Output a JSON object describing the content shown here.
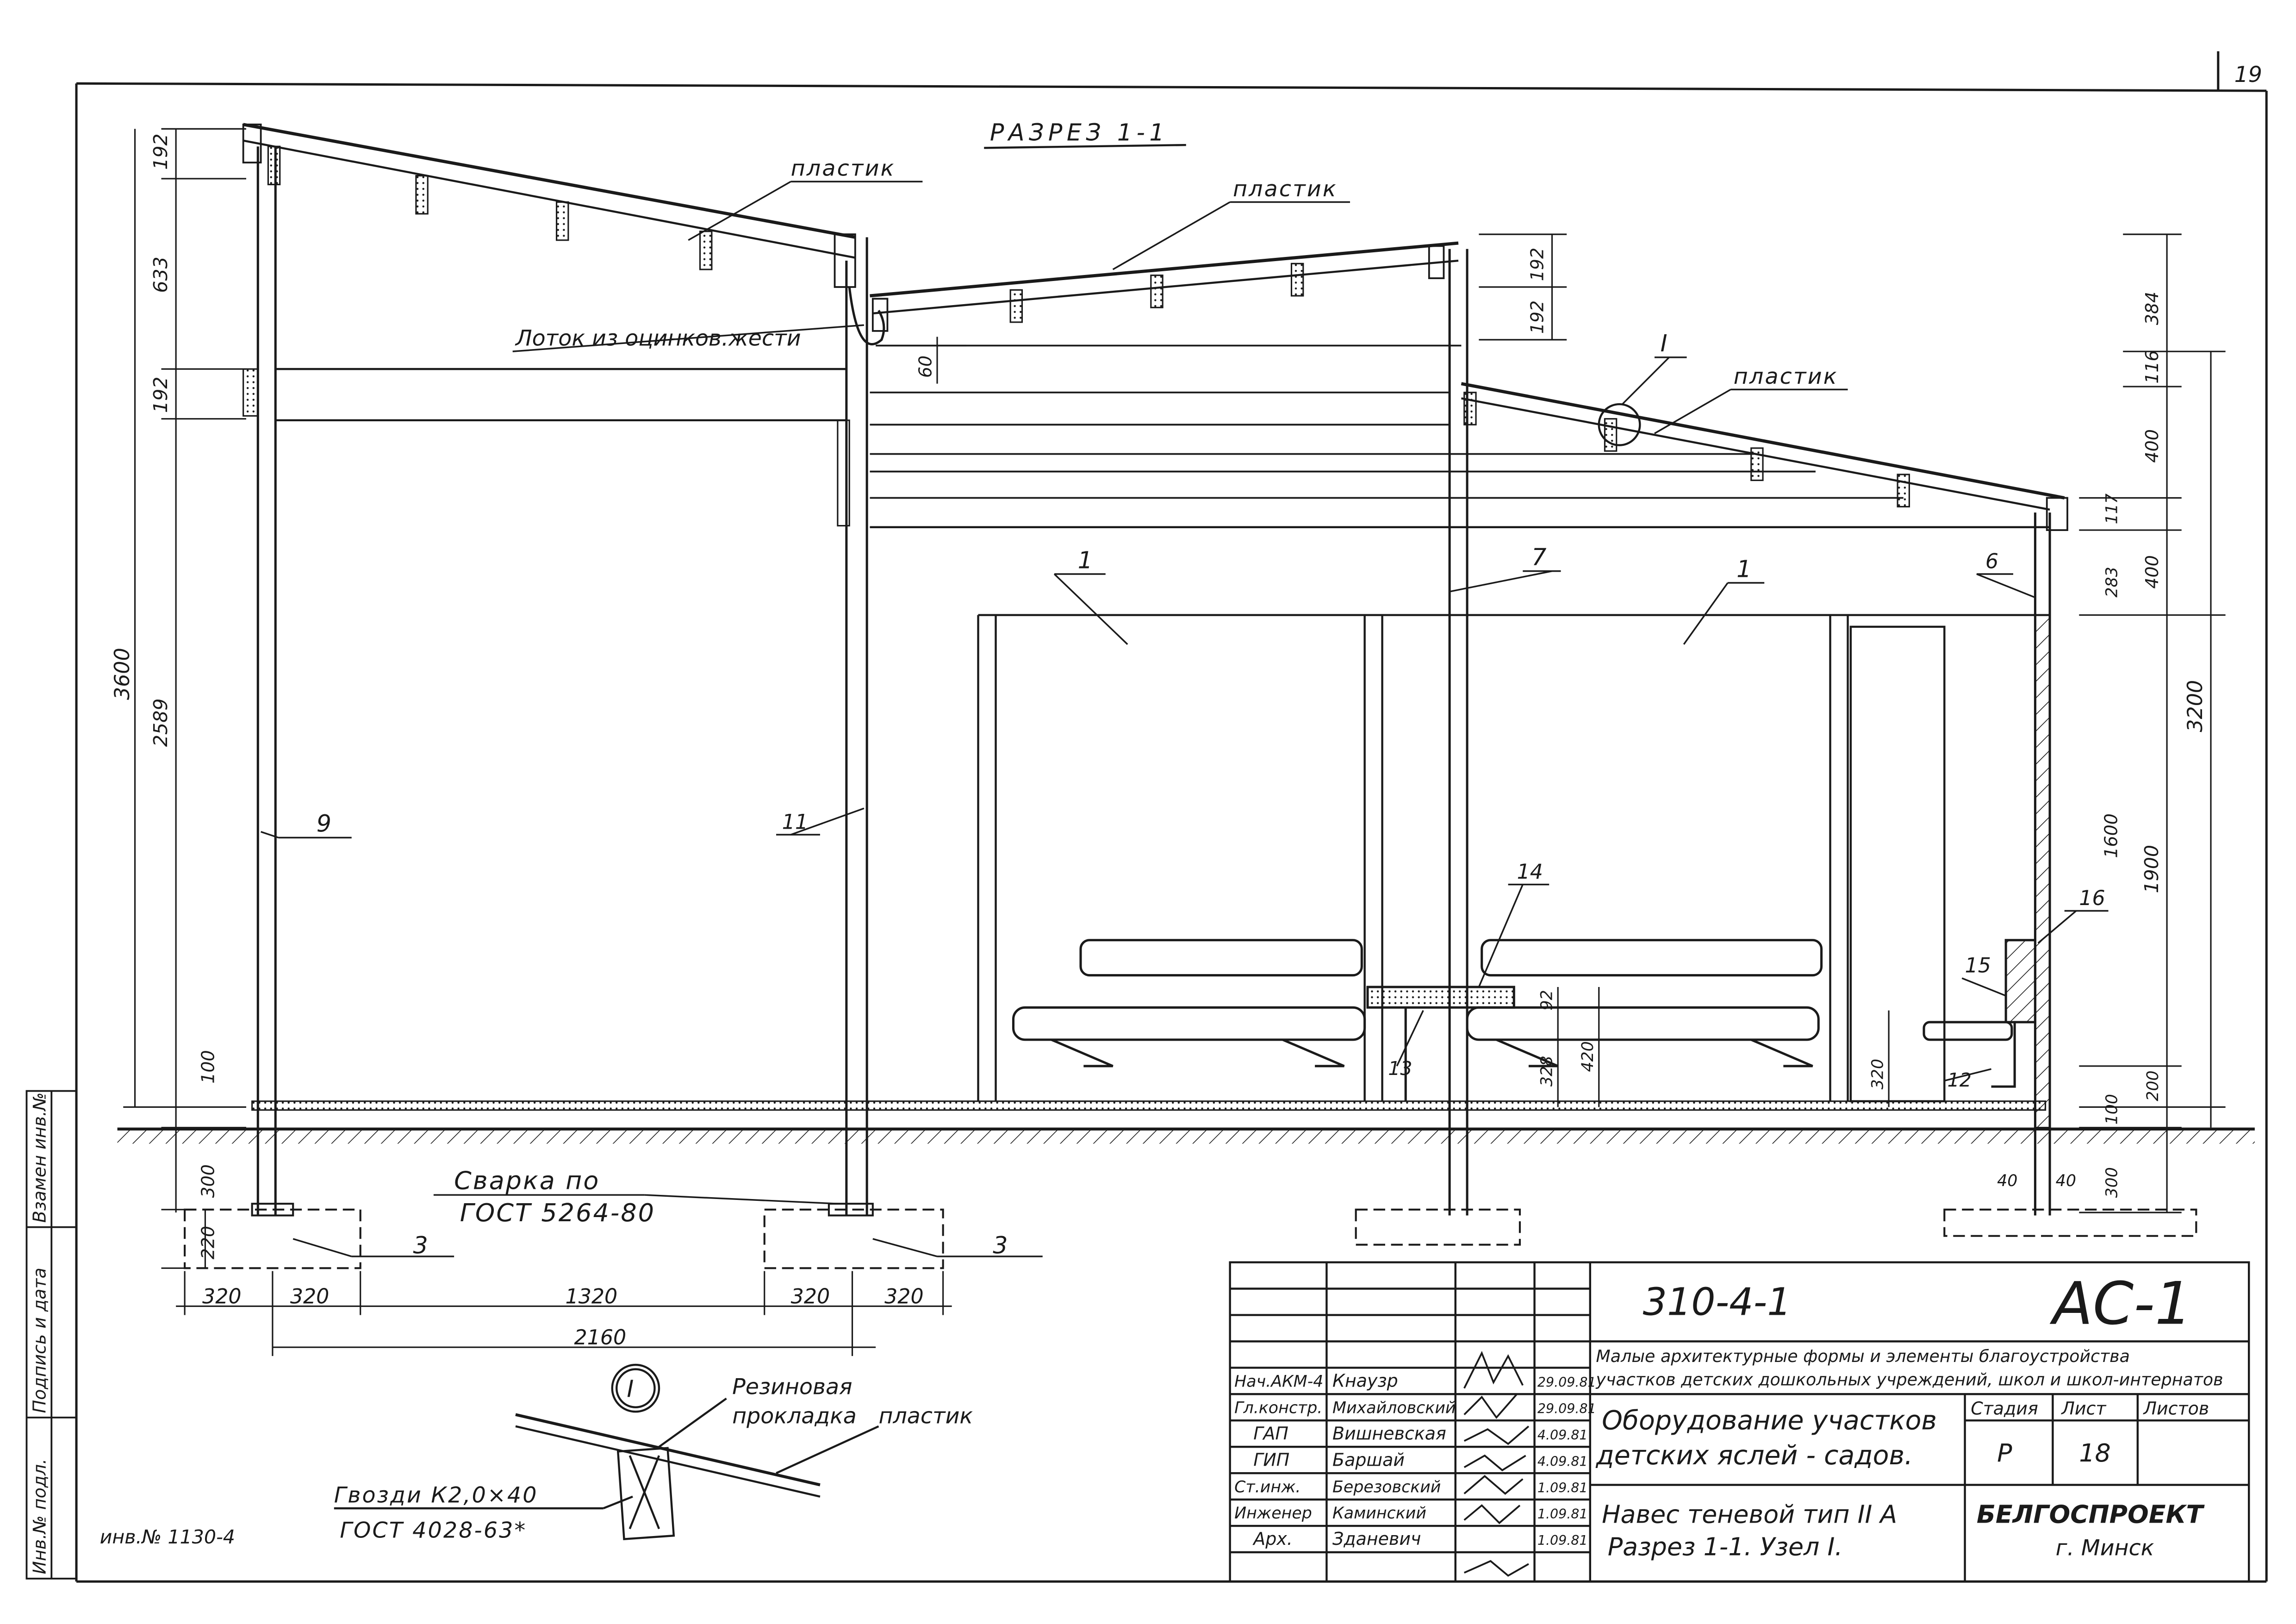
{
  "page_number": "19",
  "section_title": "РАЗРЕЗ 1-1",
  "labels": {
    "plastic_1": "пластик",
    "plastic_2": "пластик",
    "plastic_3": "пластик",
    "gutter": "Лоток из оцинков.жести",
    "node_marker": "I",
    "welding_line1": "Сварка по",
    "welding_line2": "ГОСТ 5264-80",
    "rubber_line1": "Резиновая",
    "rubber_line2": "прокладка",
    "rubber_plastic": "пластик",
    "nails_line1": "Гвозди К2,0×40",
    "nails_line2": "ГОСТ 4028-63*",
    "inventory": "инв.№ 1130-4"
  },
  "callouts": {
    "c1a": "1",
    "c1b": "1",
    "c3a": "3",
    "c3b": "3",
    "c6": "6",
    "c7": "7",
    "c9": "9",
    "c11": "11",
    "c12": "12",
    "c13": "13",
    "c14": "14",
    "c15": "15",
    "c16": "16"
  },
  "dims": {
    "left": [
      "192",
      "633",
      "192",
      "3600",
      "2589",
      "100",
      "300",
      "220"
    ],
    "top_right": [
      "192",
      "192"
    ],
    "gutter_gap": "60",
    "right": [
      "384",
      "116",
      "400",
      "117",
      "283",
      "400",
      "3200",
      "1600",
      "1900",
      "200",
      "100",
      "300",
      "40",
      "40"
    ],
    "bench": [
      "92",
      "328",
      "420",
      "320"
    ],
    "bottom_row": [
      "320",
      "320",
      "1320",
      "320",
      "320"
    ],
    "bottom_total": "2160"
  },
  "stamp": {
    "code": "310-4-1",
    "sheet_mark": "АС-1",
    "project_line1": "Малые архитектурные формы и элементы благоустройства",
    "project_line2": "участков детских дошкольных учреждений, школ и школ-интернатов",
    "drawing_title_1": "Оборудование участков",
    "drawing_title_2": "детских яслей - садов.",
    "drawing_name_1": "Навес теневой тип II А",
    "drawing_name_2": "Разрез 1-1. Узел I.",
    "col_stage": "Стадия",
    "col_sheet": "Лист",
    "col_sheets": "Листов",
    "stage": "Р",
    "sheet": "18",
    "organization": "БЕЛГОСПРОЕКТ",
    "city": "г. Минск",
    "staff": [
      {
        "role": "Нач.АКМ-4",
        "name": "Кнаузр",
        "date": "29.09.81"
      },
      {
        "role": "Гл.констр.",
        "name": "Михайловский",
        "date": "29.09.81"
      },
      {
        "role": "ГАП",
        "name": "Вишневская",
        "date": "4.09.81"
      },
      {
        "role": "ГИП",
        "name": "Баршай",
        "date": "4.09.81"
      },
      {
        "role": "Ст.инж.",
        "name": "Березовский",
        "date": "1.09.81"
      },
      {
        "role": "Инженер",
        "name": "Каминский",
        "date": "1.09.81"
      },
      {
        "role": "Арх.",
        "name": "Зданевич",
        "date": "1.09.81"
      }
    ]
  },
  "side_strip": [
    "Взамен инв.№",
    "Подпись и дата",
    "Инв.№ подл."
  ]
}
